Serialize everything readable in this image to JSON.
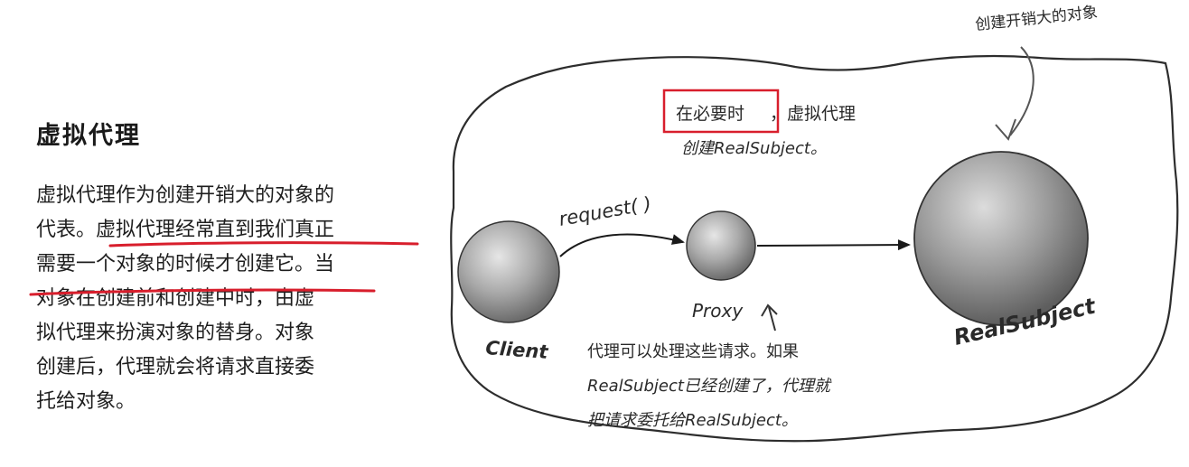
{
  "left_panel": {
    "heading": "虚拟代理",
    "paragraph": {
      "line1": "虚拟代理作为创建开销大的对象的",
      "line2_a": "代表。",
      "line2_b": "虚拟代理经常直到我们真正",
      "line3_a": "需要一个对象的时候才创建它",
      "line3_b": "。当",
      "line4": "对象在创建前和创建中时，由虚",
      "line5": "拟代理来扮演对象的替身。对象",
      "line6": "创建后，代理就会将请求直接委",
      "line7": "托给对象。"
    }
  },
  "diagram": {
    "top_annotation": "创建开销大的对象",
    "note_highlight": "在必要时",
    "note_rest": "，虚拟代理",
    "note_line2": "创建RealSubject。",
    "arrow_label": "request( )",
    "client_label": "Client",
    "proxy_label": "Proxy",
    "realsubject_label": "RealSubject",
    "bottom_note": {
      "line1": "代理可以处理这些请求。如果",
      "line2": "RealSubject已经创建了，代理就",
      "line3": "把请求委托给RealSubject。"
    },
    "colors": {
      "underline": "#d81e2c",
      "highlight_box": "#d81e2c"
    }
  }
}
